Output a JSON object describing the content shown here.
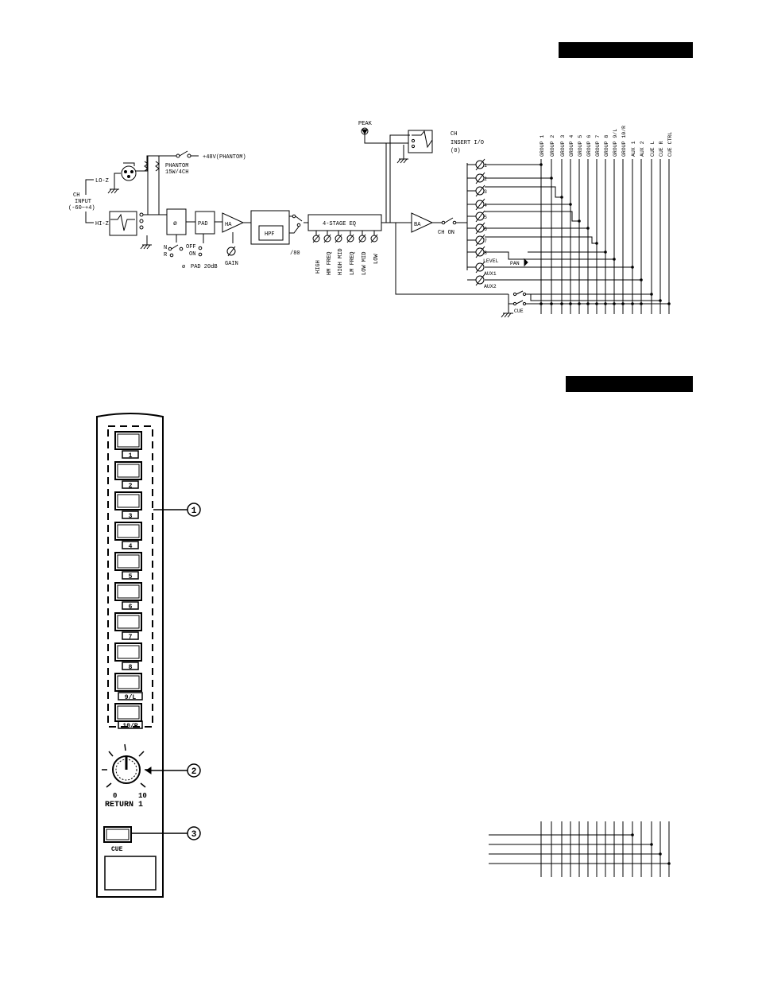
{
  "block_diagram": {
    "input_labels": {
      "lo_z": "LO-Z",
      "hi_z": "HI-Z",
      "ch": "CH",
      "input": "INPUT",
      "range": "(-60~+4)"
    },
    "phantom_label": "PHANTOM",
    "phantom_sub": "15W/4CH",
    "phantom_out": "+48V(PHANTOM)",
    "phase_symbol": "ø",
    "phase_switch_n": "N",
    "phase_switch_r": "R",
    "phase_caption": "ø",
    "pad_box": "PAD",
    "pad_off": "OFF",
    "pad_on": "ON",
    "pad_caption": "PAD 20dB",
    "ha_box": "HA",
    "gain": "GAIN",
    "hpf_box": "HPF",
    "hpf_freq": "/80",
    "eq_box": "4-STAGE EQ",
    "eq_knobs": [
      "HIGH",
      "HM FREQ",
      "HIGH MID",
      "LM FREQ",
      "LOW MID",
      "LOW"
    ],
    "peak": "PEAK",
    "insert_labels": [
      "CH",
      "INSERT I/O",
      "(0)"
    ],
    "ba_box": "BA",
    "ch_on": "CH ON",
    "group_knobs": [
      "1",
      "2",
      "3",
      "4",
      "5",
      "6",
      "7",
      "8"
    ],
    "level": "LEVEL",
    "pan": "PAN",
    "aux1": "AUX1",
    "aux2": "AUX2",
    "cue": "CUE",
    "bus_labels": [
      "GROUP 1",
      "GROUP 2",
      "GROUP 3",
      "GROUP 4",
      "GROUP 5",
      "GROUP 6",
      "GROUP 7",
      "GROUP 8",
      "GROUP 9/L",
      "GROUP 10/R",
      "AUX 1",
      "AUX 2",
      "CUE L",
      "CUE R",
      "CUE CTRL"
    ]
  },
  "panel": {
    "buttons": [
      "1",
      "2",
      "3",
      "4",
      "5",
      "6",
      "7",
      "8",
      "9/L",
      "10/R"
    ],
    "knob_min": "0",
    "knob_max": "10",
    "return_label": "RETURN 1",
    "cue_label": "CUE",
    "callouts": [
      "1",
      "2",
      "3"
    ]
  }
}
